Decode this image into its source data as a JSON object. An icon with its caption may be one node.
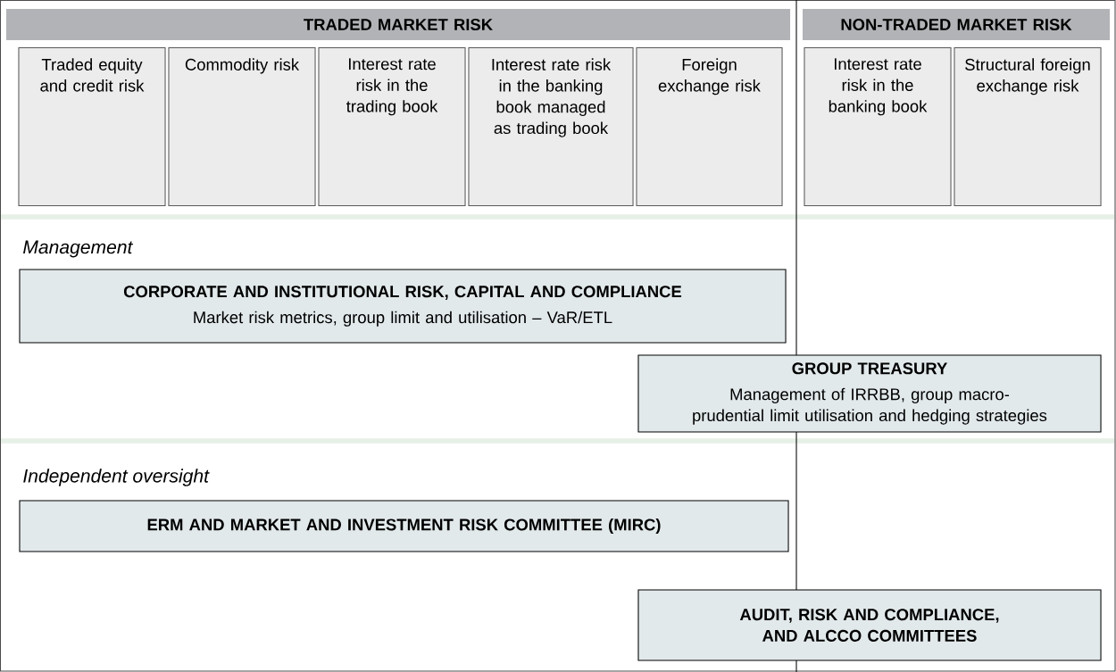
{
  "diagram": {
    "nodes": [
      {
        "text": [
          "TRADED MARKET RISK"
        ]
      },
      {
        "text": [
          "NON-TRADED MARKET RISK"
        ]
      },
      {
        "text": [
          "Traded equity and credit risk"
        ]
      },
      {
        "text": [
          "Commodity risk"
        ]
      },
      {
        "text": [
          "Interest rate risk in the trading book"
        ]
      },
      {
        "text": [
          "Interest rate risk in the banking book managed as trading book"
        ]
      },
      {
        "text": [
          "Foreign exchange risk"
        ]
      },
      {
        "text": [
          "Interest rate risk in the banking book"
        ]
      },
      {
        "text": [
          "Structural foreign exchange risk"
        ]
      },
      {
        "text": [
          "CORPORATE AND INSTITUTIONAL RISK, CAPITAL AND COMPLIANCE",
          "Market risk metrics, group limit and utilisation – VaR/ETL"
        ]
      },
      {
        "text": [
          "GROUP TREASURY",
          "Management of IRRBB, group macro-prudential limit utilisation and hedging strategies"
        ]
      },
      {
        "text": [
          "ERM AND MARKET AND INVESTMENT RISK COMMITTEE (MIRC)"
        ]
      },
      {
        "text": [
          "AUDIT, RISK AND COMPLIANCE, AND ALCCO COMMITTEES"
        ]
      }
    ],
    "labels": [
      "Management",
      "Independent oversight"
    ]
  }
}
